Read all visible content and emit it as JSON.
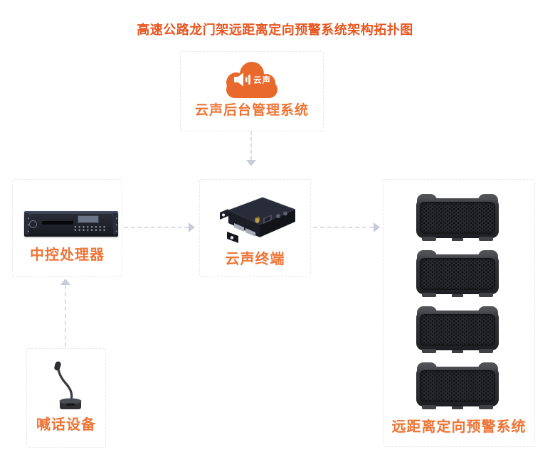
{
  "title": "高速公路龙门架远距离定向预警系统架构拓扑图",
  "colors": {
    "title": "#e8551f",
    "label": "#ed7435",
    "cloud": "#e9692c",
    "arrow": "#dadee7",
    "arrowhead": "#c6ccd8",
    "border": "#e6e7ee"
  },
  "nodes": {
    "cloud": {
      "label": "云声后台管理系统",
      "logo_text": "云声",
      "icon": "cloud-icon"
    },
    "processor": {
      "label": "中控处理器",
      "icon": "rack-device-icon"
    },
    "terminal": {
      "label": "云声终端",
      "icon": "terminal-device-icon"
    },
    "speaker_system": {
      "label": "远距离定向预警系统",
      "speaker_count": 4,
      "icon": "directional-speaker-icon"
    },
    "mic": {
      "label": "喊话设备",
      "icon": "gooseneck-microphone-icon"
    }
  }
}
